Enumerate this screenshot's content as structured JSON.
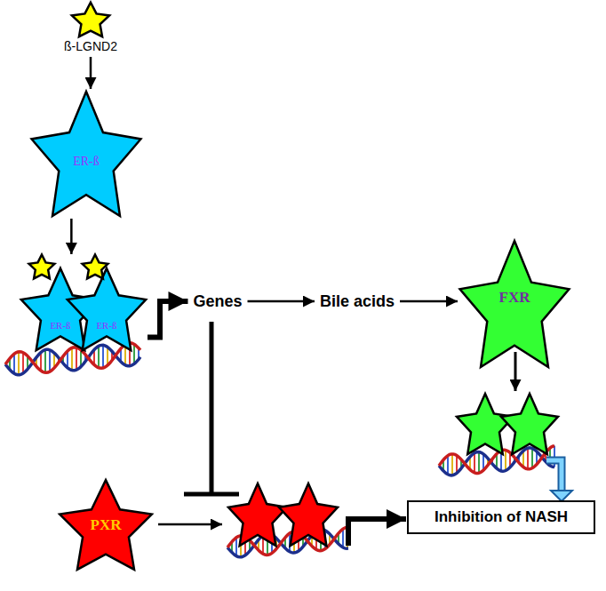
{
  "diagram": {
    "nodes": [
      {
        "text": [
          "ß-LGND2"
        ]
      },
      {
        "text": [
          "ER-ß"
        ]
      },
      {
        "text": [
          "ER-ß"
        ]
      },
      {
        "text": [
          "ER-ß"
        ]
      },
      {
        "text": [
          "Genes"
        ]
      },
      {
        "text": [
          "Bile acids"
        ]
      },
      {
        "text": [
          "FXR"
        ]
      },
      {
        "text": [
          "PXR"
        ]
      },
      {
        "text": [
          "Inhibition of NASH"
        ]
      }
    ],
    "edges": [
      {
        "from": 0,
        "to": 1,
        "arrow": "to"
      },
      {
        "from": 1,
        "to": 2,
        "arrow": "to"
      },
      {
        "from": 3,
        "to": 4,
        "arrow": "to"
      },
      {
        "from": 4,
        "to": 5,
        "arrow": "to"
      },
      {
        "from": 5,
        "to": 6,
        "arrow": "to"
      }
    ]
  }
}
